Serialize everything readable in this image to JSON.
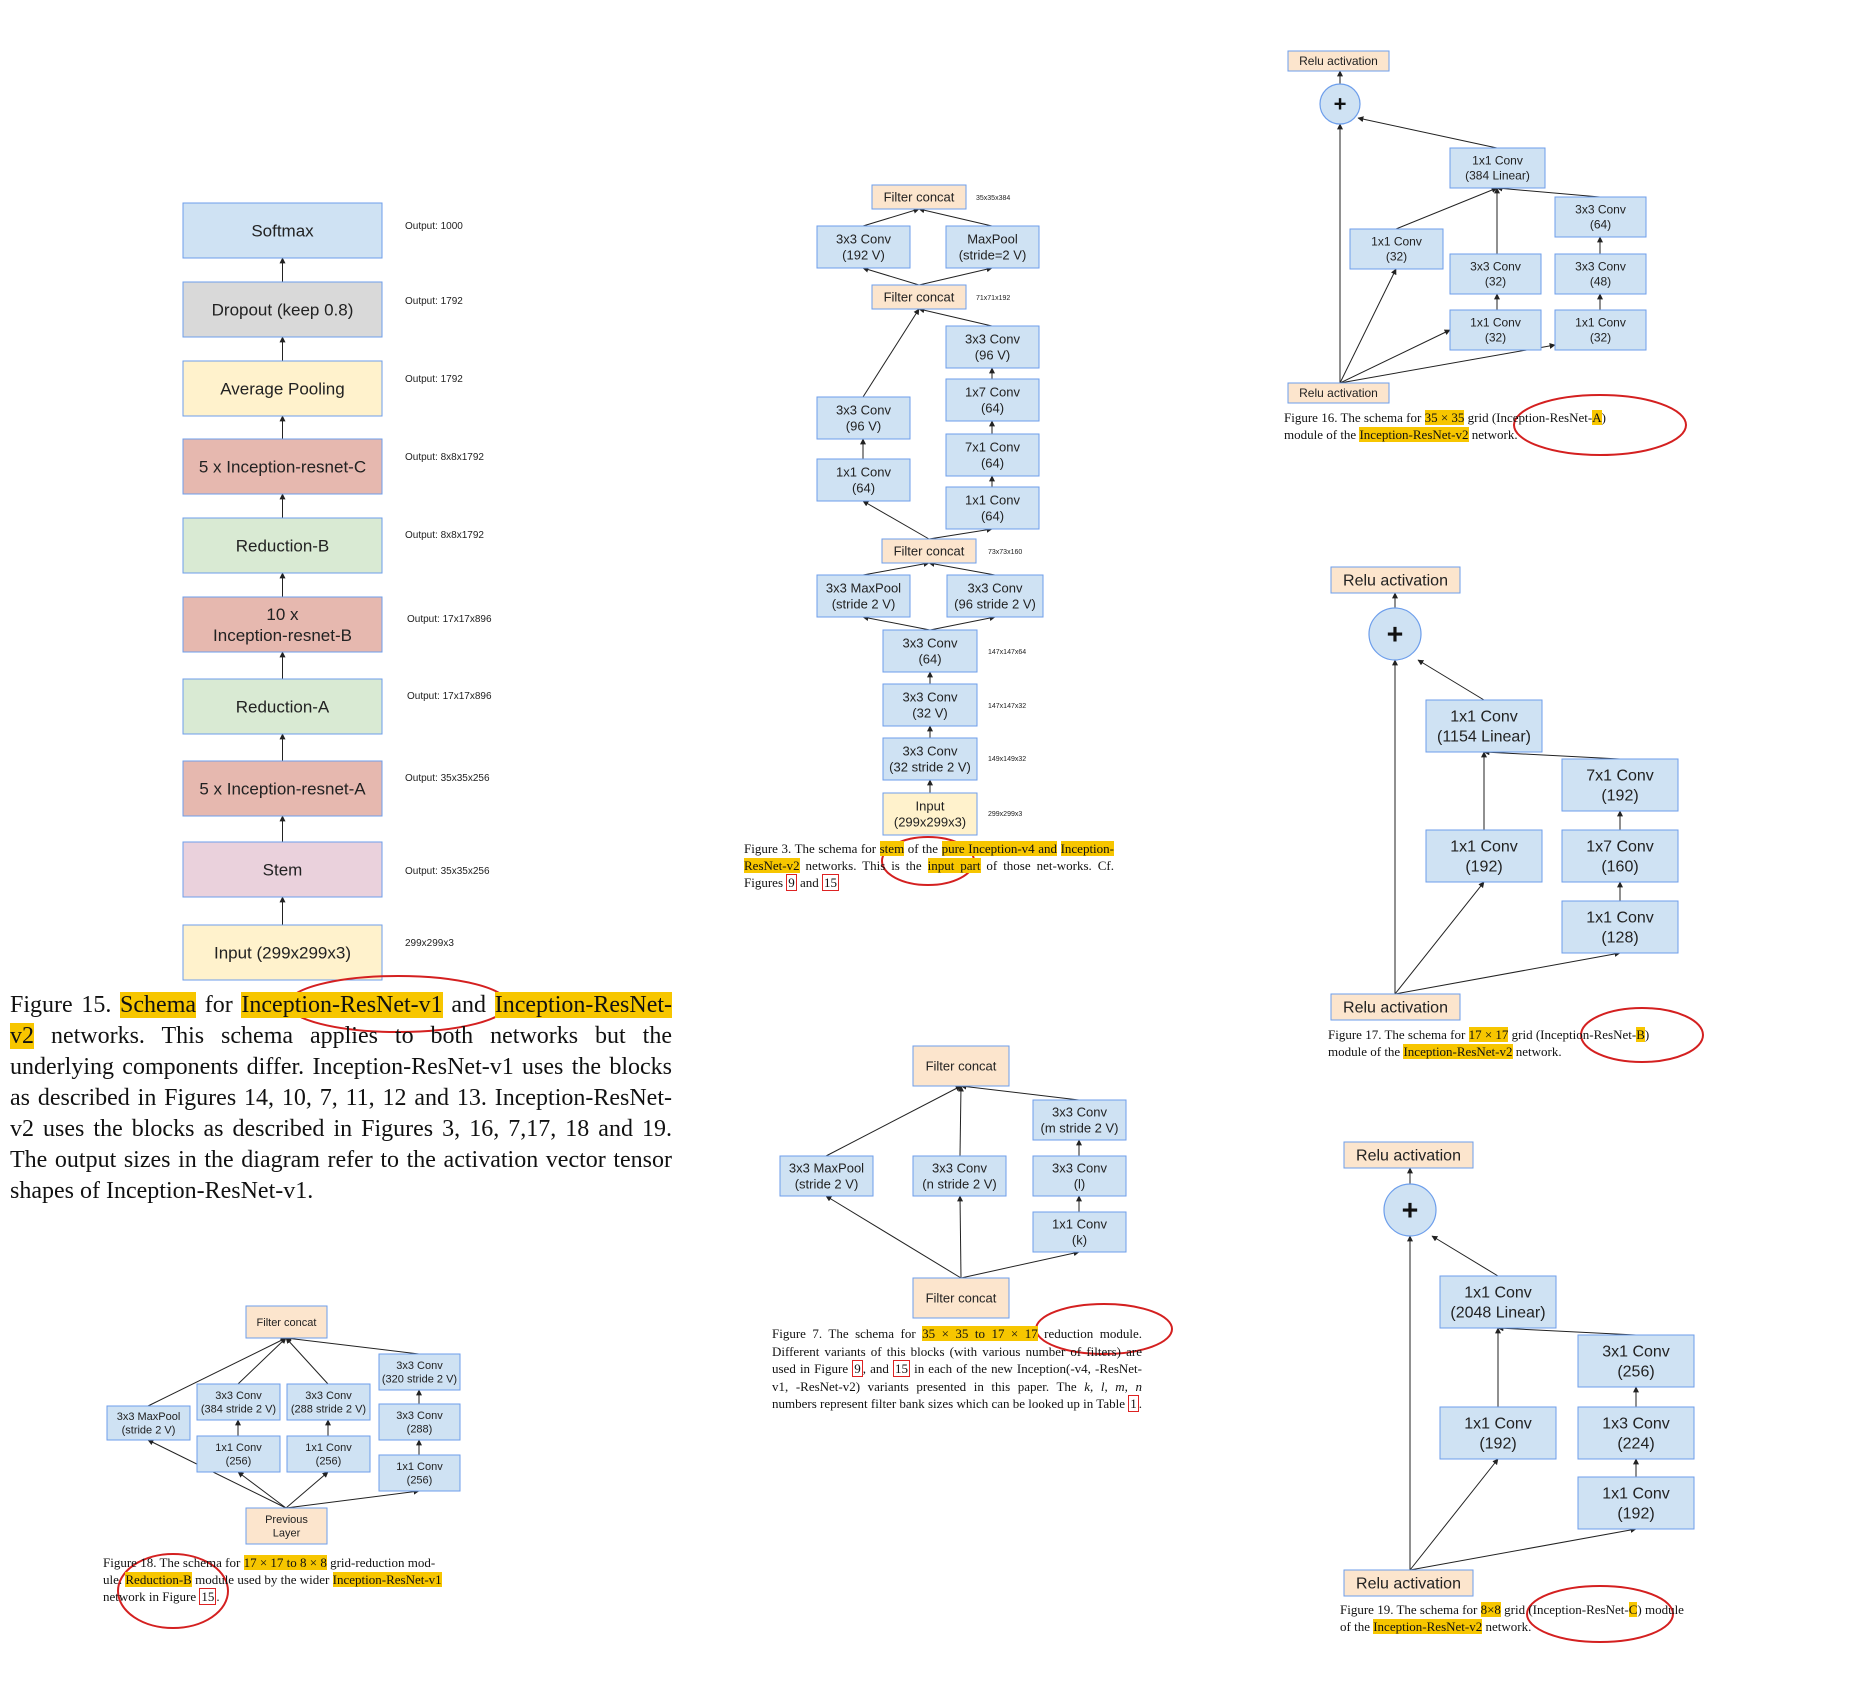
{
  "colors": {
    "blue_box": "#cfe2f3",
    "blue_border": "#6d9eeb",
    "gray_box": "#d9d9d9",
    "yellow_box": "#fff2cc",
    "red_box": "#e6b8af",
    "green_box": "#d9ead3",
    "pink_box": "#ead1dc",
    "orange_box": "#fce5cd",
    "highlight": "#f7c600",
    "annotation_red": "#d42020"
  },
  "fig15": {
    "boxes": [
      "Softmax",
      "Dropout (keep 0.8)",
      "Average Pooling",
      "5 x Inception-resnet-C",
      "Reduction-B",
      "10 x",
      "Inception-resnet-B",
      "Reduction-A",
      "5 x Inception-resnet-A",
      "Stem",
      "Input (299x299x3)"
    ],
    "outputs": [
      "Output: 1000",
      "Output: 1792",
      "Output: 1792",
      "Output: 8x8x1792",
      "Output: 8x8x1792",
      "Output: 17x17x896",
      "Output: 17x17x896",
      "Output: 35x35x256",
      "Output: 35x35x256",
      "299x299x3"
    ],
    "caption": {
      "p1": "Figure  15.  ",
      "h1": "Schema",
      "p2": "  for  ",
      "h2": "Inception-ResNet-v1",
      "p3": "  and  ",
      "h3": "Inception-ResNet-v2",
      "p4": " networks.  This schema applies to both networks but the underlying components differ.  Inception-ResNet-v1 uses the blocks as described in Figures 14, 10, 7, 11, 12 and 13. Inception-ResNet-v2 uses the blocks as described in Figures 3, 16, 7,17, 18 and 19.  The output sizes in the diagram refer to the activation vector tensor shapes of Inception-ResNet-v1."
    }
  },
  "fig3": {
    "boxes": [
      "Filter concat",
      "3x3 Conv",
      "(192 V)",
      "MaxPool",
      "(stride=2 V)",
      "Filter concat",
      "3x3 Conv",
      "(96 V)",
      "1x7 Conv",
      "(64)",
      "7x1 Conv",
      "(64)",
      "1x1 Conv",
      "(64)",
      "3x3 Conv",
      "(96 V)",
      "1x1 Conv",
      "(64)",
      "Filter concat",
      "3x3 MaxPool",
      "(stride 2 V)",
      "3x3 Conv",
      "(96 stride 2 V)",
      "3x3 Conv",
      "(64)",
      "3x3 Conv",
      "(32 V)",
      "3x3 Conv",
      "(32 stride 2 V)",
      "Input",
      "(299x299x3)"
    ],
    "sizes": [
      "35x35x384",
      "71x71x192",
      "73x73x160",
      "147x147x64",
      "147x147x32",
      "149x149x32",
      "299x299x3"
    ],
    "caption": {
      "p1": "Figure  3.  The  schema  for  ",
      "h1": "stem",
      "p2": "  of  the  ",
      "h2": "pure  Inception-v4  and",
      "h3": "Inception-ResNet-v2",
      "p3": " networks. This is the ",
      "h4": "input part",
      "p4": " of those net-works. Cf. Figures ",
      "r1": "9",
      "p5": " and ",
      "r2": "15"
    }
  },
  "fig16": {
    "boxes": [
      "Relu activation",
      "+",
      "1x1 Conv",
      "(384 Linear)",
      "1x1 Conv",
      "(32)",
      "3x3 Conv",
      "(64)",
      "3x3 Conv",
      "(32)",
      "3x3 Conv",
      "(48)",
      "1x1 Conv",
      "(32)",
      "1x1 Conv",
      "(32)",
      "Relu activation"
    ],
    "caption": {
      "p1": "Figure  16.  The  schema  for  ",
      "h1": "35 × 35",
      "p2": "  grid  (Inception-ResNet-",
      "h2": "A",
      "p3": ")",
      "p4": "module of the ",
      "h3": "Inception-ResNet-v2",
      "p5": " network."
    }
  },
  "fig17": {
    "boxes": [
      "Relu activation",
      "+",
      "1x1 Conv",
      "(1154 Linear)",
      "7x1 Conv",
      "(192)",
      "1x1 Conv",
      "(192)",
      "1x7 Conv",
      "(160)",
      "1x1 Conv",
      "(128)",
      "Relu activation"
    ],
    "caption": {
      "p1": "Figure  17.  The  schema  for  ",
      "h1": "17 × 17",
      "p2": "  grid  (Inception-ResNet-",
      "h2": "B",
      "p3": ")",
      "p4": "module of the ",
      "h3": "Inception-ResNet-v2",
      "p5": " network."
    }
  },
  "fig19": {
    "boxes": [
      "Relu activation",
      "+",
      "1x1 Conv",
      "(2048 Linear)",
      "3x1 Conv",
      "(256)",
      "1x1 Conv",
      "(192)",
      "1x3 Conv",
      "(224)",
      "1x1 Conv",
      "(192)",
      "Relu activation"
    ],
    "caption": {
      "p1": "Figure 19. The schema for ",
      "h1": "8×8",
      "p2": " grid (Inception-ResNet-",
      "h2": "C",
      "p3": ") module",
      "p4": "of the ",
      "h3": "Inception-ResNet-v2",
      "p5": " network."
    }
  },
  "fig7": {
    "boxes": [
      "Filter concat",
      "3x3 Conv",
      "(m stride 2 V)",
      "3x3 MaxPool",
      "(stride 2 V)",
      "3x3 Conv",
      "(n stride 2 V)",
      "3x3 Conv",
      "(l)",
      "1x1 Conv",
      "(k)",
      "Filter concat"
    ],
    "caption": {
      "p1": "Figure 7. The schema for ",
      "h1": "35 × 35 to 17 × 17",
      "p2": " reduction module. Different variants of this blocks (with various number of filters) are used in Figure ",
      "r1": "9",
      "p3": ", and ",
      "r2": "15",
      "p4": " in each of the new Inception(-v4, -ResNet-v1, -ResNet-v2) variants presented in this paper. The ",
      "i1": "k, l, m, n",
      "p5": " numbers represent filter bank sizes which can be looked up in Table ",
      "r3": "1",
      "p6": "."
    }
  },
  "fig18": {
    "boxes": [
      "Filter concat",
      "3x3 Conv",
      "(320 stride 2 V)",
      "3x3 MaxPool",
      "(stride 2 V)",
      "3x3 Conv",
      "(384 stride 2 V)",
      "3x3 Conv",
      "(288 stride 2 V)",
      "3x3 Conv",
      "(288)",
      "1x1 Conv",
      "(256)",
      "1x1 Conv",
      "(256)",
      "1x1 Conv",
      "(256)",
      "Previous",
      "Layer"
    ],
    "caption": {
      "p1": "Figure 18. The schema for ",
      "h1": "17 × 17 to 8 × 8",
      "p2": " grid-reduction mod-",
      "p3": "ule. ",
      "h2": "Reduction-B",
      "p4": " module used by the wider ",
      "h3": "Inception-ResNet-v1",
      "p5": "network in Figure ",
      "r1": "15",
      "p6": "."
    }
  }
}
